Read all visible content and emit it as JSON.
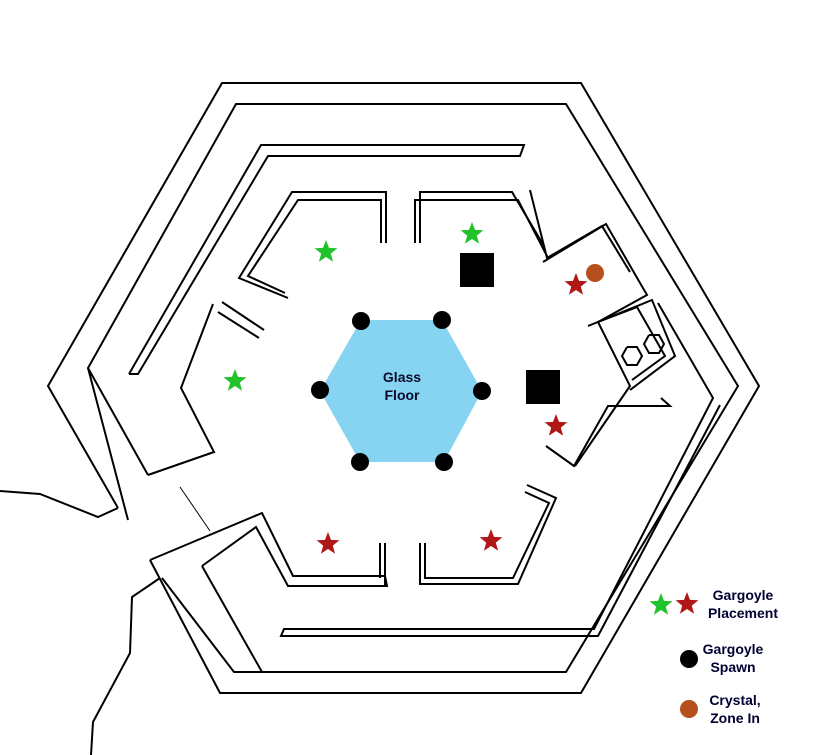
{
  "map": {
    "center_label_line1": "Glass",
    "center_label_line2": "Floor",
    "colors": {
      "glass_floor": "#86d4f2",
      "walls": "#000000",
      "green_star": "#22c22a",
      "red_star": "#b01818",
      "gargoyle_spawn": "#000000",
      "crystal": "#b5501c",
      "square_block": "#000000"
    },
    "markers": {
      "green_stars": 3,
      "red_stars": 4,
      "gargoyle_spawn_points": 6,
      "black_squares": 2,
      "crystals": 1,
      "hexagon_icons": 2
    }
  },
  "legend": {
    "placement_line1": "Gargoyle",
    "placement_line2": "Placement",
    "spawn_line1": "Gargoyle",
    "spawn_line2": "Spawn",
    "crystal_line1": "Crystal,",
    "crystal_line2": "Zone In"
  }
}
